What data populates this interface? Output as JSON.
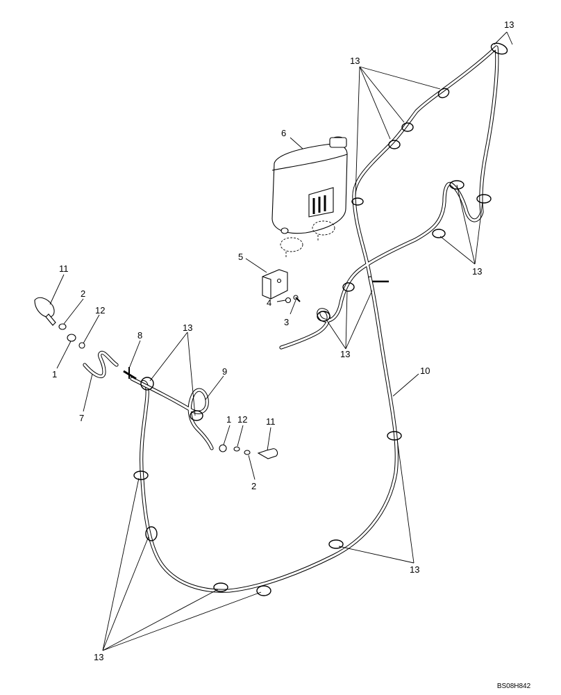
{
  "callouts": {
    "c1a": "1",
    "c1b": "1",
    "c2a": "2",
    "c2b": "2",
    "c3": "3",
    "c4": "4",
    "c5": "5",
    "c6": "6",
    "c7": "7",
    "c8": "8",
    "c9": "9",
    "c10": "10",
    "c11a": "11",
    "c11b": "11",
    "c12a": "12",
    "c12b": "12",
    "c13_top_right": "13",
    "c13_top": "13",
    "c13_right_mid": "13",
    "c13_center": "13",
    "c13_left_upper": "13",
    "c13_bottom_right": "13",
    "c13_bottom_left": "13"
  },
  "reference_code": "BS08H842"
}
